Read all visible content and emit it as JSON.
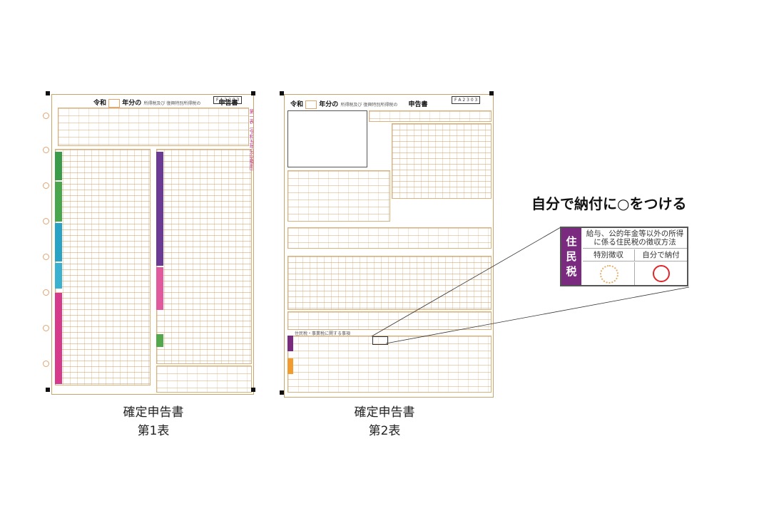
{
  "form1": {
    "header_era": "令和",
    "header_year_suffix": "年分の",
    "header_small": "所得税及び 復興特別所得税の",
    "header_title": "申告書",
    "code": "F A 2 2 0 3",
    "side_label": "第一表（令和五年分以降用）",
    "caption_line1": "確定申告書",
    "caption_line2": "第1表"
  },
  "form2": {
    "header_era": "令和",
    "header_year_suffix": "年分の",
    "header_small": "所得税及び 復興特別所得税の",
    "header_title": "申告書",
    "code": "F A 2 3 0 3",
    "section_resident": "住民税・事業税に関する事項",
    "caption_line1": "確定申告書",
    "caption_line2": "第2表"
  },
  "callout": {
    "title": "自分で納付に○をつける",
    "tax_label_chars": [
      "住",
      "民",
      "税"
    ],
    "method_text": "給与、公的年金等以外の所得に係る住民税の徴収方法",
    "col_special": "特別徴収",
    "col_self": "自分で納付"
  },
  "colors": {
    "purple": "#7a2b7f",
    "red_circle": "#e0262d",
    "grid": "#d9b17e"
  }
}
